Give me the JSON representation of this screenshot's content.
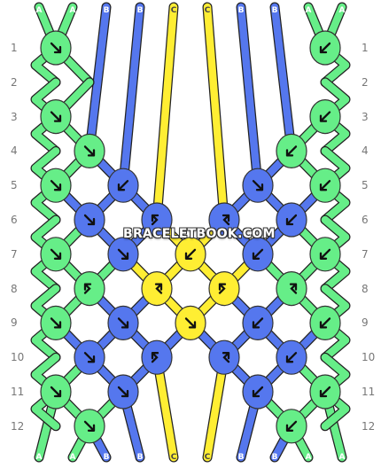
{
  "colors": {
    "A": "#66ee88",
    "B": "#5577ee",
    "C": "#ffee33"
  },
  "strings_top": [
    "A",
    "A",
    "B",
    "B",
    "C",
    "C",
    "B",
    "B",
    "A",
    "A"
  ],
  "strings_bottom": [
    "A",
    "A",
    "B",
    "B",
    "C",
    "C",
    "B",
    "B",
    "A",
    "A"
  ],
  "row_numbers": [
    "1",
    "2",
    "3",
    "4",
    "5",
    "6",
    "7",
    "8",
    "9",
    "10",
    "11",
    "12"
  ],
  "watermark": "BRACELETBOOK.COM",
  "knots": [
    {
      "row": 1,
      "col": 0,
      "dir": "rf",
      "color": "A"
    },
    {
      "row": 1,
      "col": 4,
      "dir": "lf",
      "color": "A"
    },
    {
      "row": 2,
      "col": 0,
      "dir": "fb"
    },
    {
      "row": 2,
      "col": 4,
      "dir": "fb"
    },
    {
      "row": 3,
      "col": 0,
      "dir": "rf",
      "color": "A"
    },
    {
      "row": 3,
      "col": 4,
      "dir": "lf",
      "color": "A"
    },
    {
      "row": 4,
      "col": 0,
      "dir": "rf",
      "color": "A"
    },
    {
      "row": 4,
      "col": 3,
      "dir": "lf",
      "color": "A"
    },
    {
      "row": 5,
      "col": 0,
      "dir": "rf",
      "color": "A"
    },
    {
      "row": 5,
      "col": 1,
      "dir": "lf",
      "color": "B"
    },
    {
      "row": 5,
      "col": 3,
      "dir": "rf",
      "color": "B"
    },
    {
      "row": 5,
      "col": 4,
      "dir": "lf",
      "color": "A"
    },
    {
      "row": 6,
      "col": 0,
      "dir": "rf",
      "color": "B"
    },
    {
      "row": 6,
      "col": 1,
      "dir": "rb",
      "color": "B"
    },
    {
      "row": 6,
      "col": 2,
      "dir": "lb",
      "color": "B"
    },
    {
      "row": 6,
      "col": 3,
      "dir": "lf",
      "color": "B"
    },
    {
      "row": 7,
      "col": 0,
      "dir": "rf",
      "color": "A"
    },
    {
      "row": 7,
      "col": 1,
      "dir": "rf",
      "color": "B"
    },
    {
      "row": 7,
      "col": 2,
      "dir": "lf",
      "color": "C"
    },
    {
      "row": 7,
      "col": 3,
      "dir": "lf",
      "color": "B"
    },
    {
      "row": 7,
      "col": 4,
      "dir": "lf",
      "color": "A"
    },
    {
      "row": 8,
      "col": 0,
      "dir": "rb",
      "color": "A"
    },
    {
      "row": 8,
      "col": 1,
      "dir": "lb",
      "color": "C"
    },
    {
      "row": 8,
      "col": 2,
      "dir": "rb",
      "color": "C"
    },
    {
      "row": 8,
      "col": 3,
      "dir": "lb",
      "color": "A"
    },
    {
      "row": 9,
      "col": 0,
      "dir": "rf",
      "color": "A"
    },
    {
      "row": 9,
      "col": 1,
      "dir": "rf",
      "color": "B"
    },
    {
      "row": 9,
      "col": 2,
      "dir": "rf",
      "color": "C"
    },
    {
      "row": 9,
      "col": 3,
      "dir": "lf",
      "color": "B"
    },
    {
      "row": 9,
      "col": 4,
      "dir": "lf",
      "color": "A"
    },
    {
      "row": 10,
      "col": 0,
      "dir": "rf",
      "color": "B"
    },
    {
      "row": 10,
      "col": 1,
      "dir": "rb",
      "color": "B"
    },
    {
      "row": 10,
      "col": 2,
      "dir": "lb",
      "color": "B"
    },
    {
      "row": 10,
      "col": 3,
      "dir": "lf",
      "color": "B"
    },
    {
      "row": 11,
      "col": 0,
      "dir": "rf",
      "color": "A"
    },
    {
      "row": 11,
      "col": 1,
      "dir": "rf",
      "color": "B"
    },
    {
      "row": 11,
      "col": 3,
      "dir": "lf",
      "color": "B"
    },
    {
      "row": 11,
      "col": 4,
      "dir": "lf",
      "color": "A"
    },
    {
      "row": 12,
      "col": 0,
      "dir": "rf",
      "color": "A"
    },
    {
      "row": 12,
      "col": 3,
      "dir": "lf",
      "color": "A"
    }
  ]
}
